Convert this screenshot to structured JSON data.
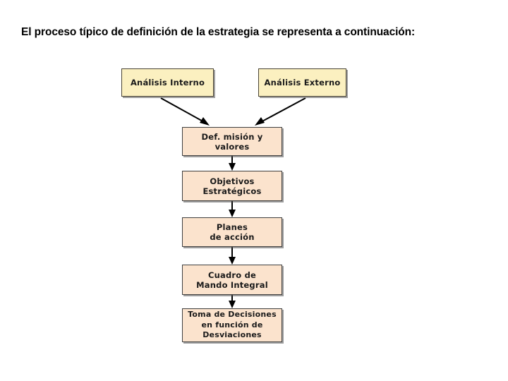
{
  "slide": {
    "background_color": "#ffffff",
    "title": "El proceso típico de definición de la estrategia se representa a continuación:"
  },
  "diagram": {
    "type": "flowchart",
    "orientation": "top-to-bottom",
    "colors": {
      "input_box_fill": "#fbf0c0",
      "process_box_fill": "#fbe3cd",
      "border": "#3b3b3b",
      "connector": "#000000",
      "text": "#1a1a1a"
    },
    "nodes": [
      {
        "id": "analisis-interno",
        "label": "Análisis Interno",
        "style": "yellow",
        "row": 0,
        "column": "left"
      },
      {
        "id": "analisis-externo",
        "label": "Análisis Externo",
        "style": "yellow",
        "row": 0,
        "column": "right"
      },
      {
        "id": "def-mision",
        "label": "Def. misión y\nvalores",
        "style": "peach",
        "row": 1,
        "column": "center"
      },
      {
        "id": "objetivos",
        "label": "Objetivos\nEstratégicos",
        "style": "peach",
        "row": 2,
        "column": "center"
      },
      {
        "id": "planes",
        "label": "Planes\nde acción",
        "style": "peach",
        "row": 3,
        "column": "center"
      },
      {
        "id": "cuadro-mando",
        "label": "Cuadro de\nMando  Integral",
        "style": "peach",
        "row": 4,
        "column": "center"
      },
      {
        "id": "toma-decisiones",
        "label": "Toma de Decisiones\nen función de\nDesviaciones",
        "style": "peach",
        "row": 5,
        "column": "center"
      }
    ],
    "edges": [
      {
        "from": "analisis-interno",
        "to": "def-mision",
        "kind": "diagonal-arrow"
      },
      {
        "from": "analisis-externo",
        "to": "def-mision",
        "kind": "diagonal-arrow"
      },
      {
        "from": "def-mision",
        "to": "objetivos",
        "kind": "vertical-arrow"
      },
      {
        "from": "objetivos",
        "to": "planes",
        "kind": "vertical-arrow"
      },
      {
        "from": "planes",
        "to": "cuadro-mando",
        "kind": "vertical-arrow"
      },
      {
        "from": "cuadro-mando",
        "to": "toma-decisiones",
        "kind": "vertical-arrow"
      }
    ]
  }
}
